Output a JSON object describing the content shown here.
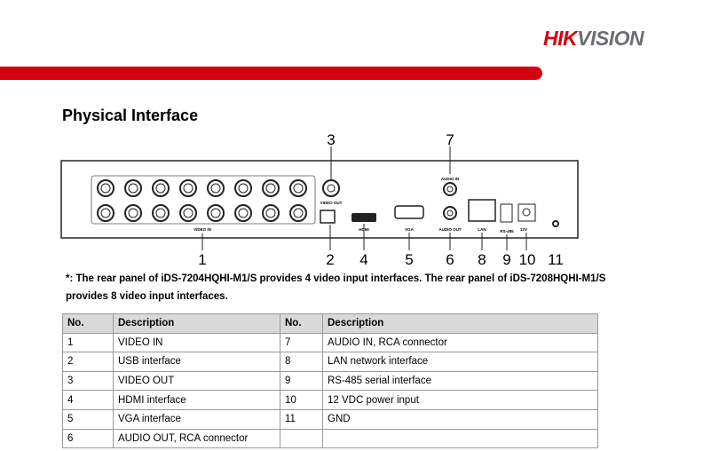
{
  "logo": "HIKVISION",
  "title": "Physical Interface",
  "diagram": {
    "callouts": [
      "1",
      "2",
      "3",
      "4",
      "5",
      "6",
      "7",
      "8",
      "9",
      "10",
      "11"
    ],
    "labels": {
      "video_in": "VIDEO IN",
      "video_out": "VIDEO OUT",
      "hdmi": "HDMI",
      "vga": "VGA",
      "audio_in": "AUDIO IN",
      "audio_out": "AUDIO OUT",
      "lan": "LAN",
      "rs485": "RS-485",
      "power": "12V"
    }
  },
  "note": "*: The rear panel of iDS-7204HQHI-M1/S provides 4 video input interfaces. The rear panel of iDS-7208HQHI-M1/S provides 8 video input interfaces.",
  "table": {
    "headers": [
      "No.",
      "Description",
      "No.",
      "Description"
    ],
    "rows": [
      [
        "1",
        "VIDEO IN",
        "7",
        "AUDIO IN, RCA connector"
      ],
      [
        "2",
        "USB interface",
        "8",
        "LAN network interface"
      ],
      [
        "3",
        "VIDEO OUT",
        "9",
        "RS-485 serial interface"
      ],
      [
        "4",
        "HDMI interface",
        "10",
        "12 VDC power input"
      ],
      [
        "5",
        "VGA interface",
        "11",
        "GND"
      ],
      [
        "6",
        "AUDIO OUT, RCA connector",
        "",
        ""
      ]
    ]
  }
}
